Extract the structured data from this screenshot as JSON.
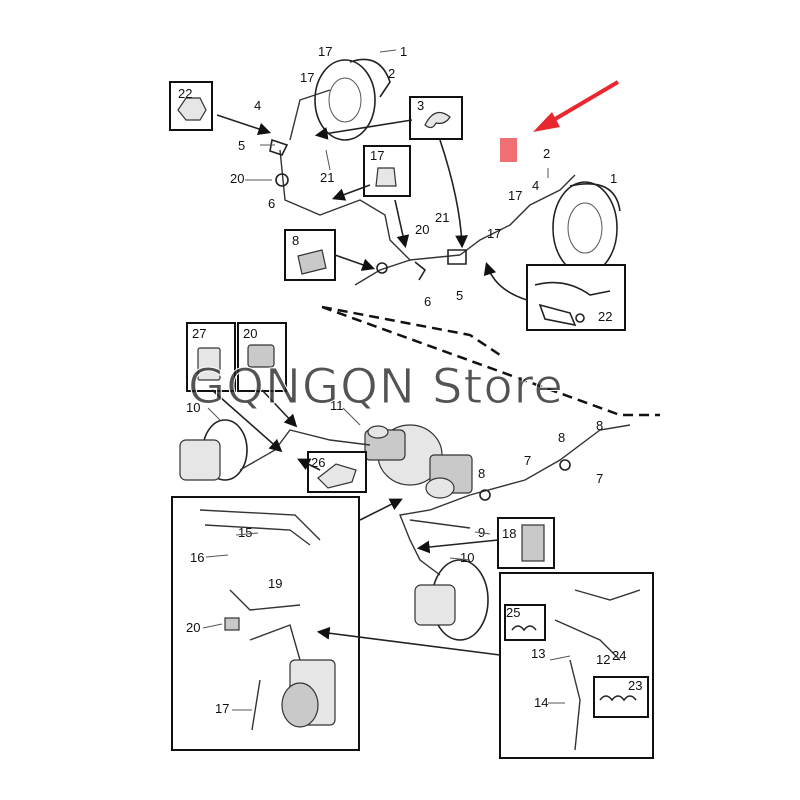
{
  "watermark": "GQNGQN  Store",
  "colors": {
    "arrow": "#e8282e",
    "marker": "#ef6f73"
  },
  "callouts": {
    "n1": "1",
    "n2": "2",
    "n3": "3",
    "n4": "4",
    "n5": "5",
    "n6": "6",
    "n7": "7",
    "n8": "8",
    "n9": "9",
    "n10": "10",
    "n11": "11",
    "n12": "12",
    "n13": "13",
    "n14": "14",
    "n15": "15",
    "n16": "16",
    "n17": "17",
    "n18": "18",
    "n19": "19",
    "n20": "20",
    "n21": "21",
    "n22": "22",
    "n23": "23",
    "n24": "24",
    "n25": "25",
    "n26": "26",
    "n27": "27"
  },
  "icons": [
    "red-pointer-arrow-icon",
    "highlight-marker-icon"
  ]
}
